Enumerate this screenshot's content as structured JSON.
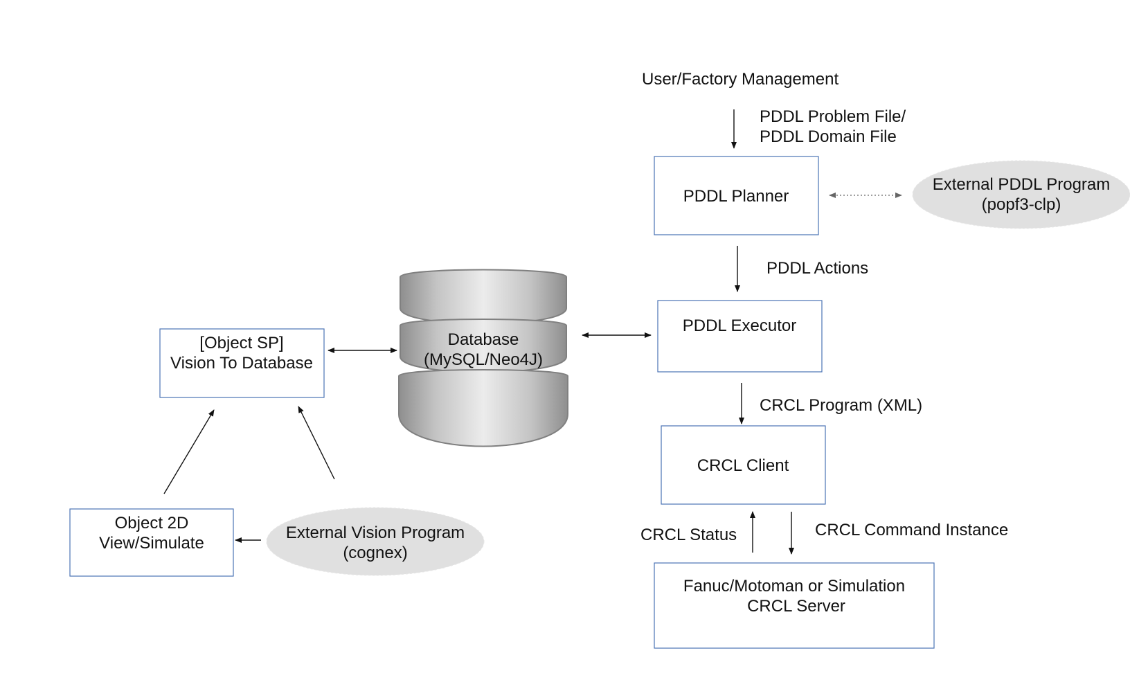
{
  "labels": {
    "user_factory_management": "User/Factory Management",
    "pddl_problem_file": "PDDL Problem File/",
    "pddl_domain_file": "PDDL Domain File",
    "pddl_actions": "PDDL Actions",
    "crcl_program_xml": "CRCL Program (XML)",
    "crcl_status": "CRCL Status",
    "crcl_command_instance": "CRCL Command Instance"
  },
  "nodes": {
    "pddl_planner": {
      "lines": [
        "PDDL Planner"
      ]
    },
    "pddl_executor": {
      "lines": [
        "PDDL Executor"
      ]
    },
    "crcl_client": {
      "lines": [
        "CRCL Client"
      ]
    },
    "crcl_server": {
      "lines": [
        "Fanuc/Motoman or Simulation",
        "CRCL Server"
      ]
    },
    "vision_to_database": {
      "lines": [
        "[Object SP]",
        "Vision To Database"
      ]
    },
    "object_2d_view": {
      "lines": [
        "Object 2D",
        "View/Simulate"
      ]
    },
    "database": {
      "lines": [
        "Database",
        "(MySQL/Neo4J)"
      ]
    },
    "external_pddl_program": {
      "lines": [
        "External PDDL Program",
        "(popf3-clp)"
      ]
    },
    "external_vision_program": {
      "lines": [
        "External Vision Program",
        "(cognex)"
      ]
    }
  },
  "colors": {
    "box_border": "#4a73b5",
    "ellipse_fill": "#e0e0e0",
    "arrow": "#111111"
  }
}
